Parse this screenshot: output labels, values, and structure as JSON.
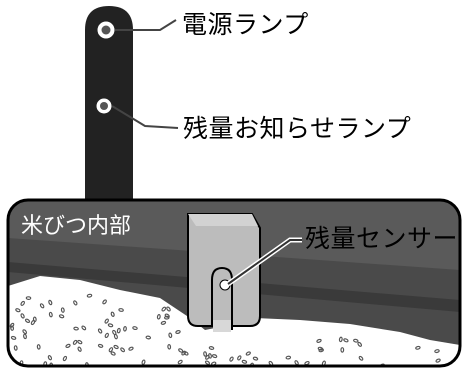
{
  "labels": {
    "power_lamp": "電源ランプ",
    "remaining_notice_lamp": "残量お知らせランプ",
    "inside_rice_bin": "米びつ内部",
    "remaining_sensor": "残量センサー"
  }
}
